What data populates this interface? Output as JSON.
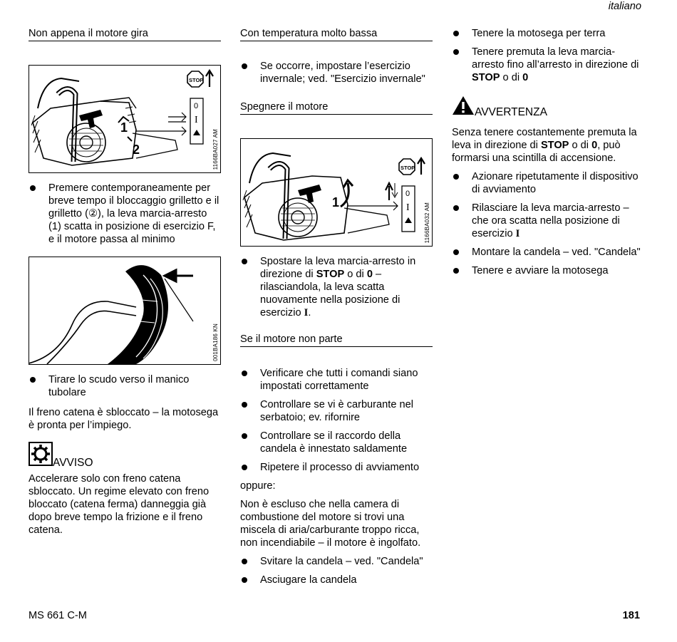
{
  "header": {
    "language": "italiano"
  },
  "col1": {
    "heading": "Non appena il motore gira",
    "fig1_code": "1166BA027 AM",
    "fig1_label1": "1",
    "fig1_label2": "2",
    "stop_symbol": "STOP",
    "bullet1": "Premere contemporaneamente per breve tempo il bloccaggio grilletto e il grilletto (②), la leva marcia-arresto (1) scatta in posizione di esercizio F, e il motore passa al minimo",
    "fig2_code": "001BA186 KN",
    "bullet2": "Tirare lo scudo verso il manico tubolare",
    "para1": "Il freno catena è sbloccato – la motosega è pronta per l’impiego.",
    "notice_title": "AVVISO",
    "notice_text": "Accelerare solo con freno catena sbloccato. Un regime elevato con freno bloccato (catena ferma) danneggia già dopo breve tempo la frizione e il freno catena."
  },
  "col2": {
    "heading1": "Con temperatura molto bassa",
    "bullet1": "Se occorre, impostare l’esercizio invernale; ved. \"Esercizio invernale\"",
    "heading2": "Spegnere il motore",
    "fig_code": "1166BA032 AM",
    "fig_label1": "1",
    "bullet2_a": "Spostare la leva marcia-arresto in direzione di ",
    "bullet2_stop": "STOP",
    "bullet2_b": " o di ",
    "bullet2_sym": "0",
    "bullet2_c": " – rilasciandola, la leva scatta nuovamente nella posizione di esercizio ",
    "bullet2_I": "I",
    "bullet2_end": ".",
    "heading3": "Se il motore non parte",
    "bullet3": "Verificare che tutti i comandi siano impostati correttamente",
    "bullet4": "Controllare se vi è carburante nel serbatoio; ev. rifornire",
    "bullet5": "Controllare se il raccordo della candela è innestato saldamente",
    "bullet6": "Ripetere il processo di avviamento",
    "oppure": "oppure:",
    "para1": "Non è escluso che nella camera di combustione del motore si trovi una miscela di aria/carburante troppo ricca, non incendiabile – il motore è ingolfato.",
    "bullet7": "Svitare la candela – ved. \"Candela\"",
    "bullet8": "Asciugare la candela"
  },
  "col3": {
    "bullet1": "Tenere la motosega per terra",
    "bullet2_a": "Tenere premuta la leva marcia-arresto fino all’arresto in direzione di ",
    "bullet2_stop": "STOP",
    "bullet2_b": " o di ",
    "bullet2_sym": "0",
    "warning_title": "AVVERTENZA",
    "warning_a": "Senza tenere costantemente premuta la leva in direzione di ",
    "warning_stop": "STOP",
    "warning_b": " o di ",
    "warning_sym": "0",
    "warning_c": ", può formarsi una scintilla di accensione.",
    "bullet3": "Azionare ripetutamente il dispositivo di avviamento",
    "bullet4_a": "Rilasciare la leva marcia-arresto – che ora scatta nella posizione di esercizio ",
    "bullet4_I": "I",
    "bullet5": "Montare la candela – ved. \"Candela\"",
    "bullet6": "Tenere e avviare la motosega"
  },
  "footer": {
    "model": "MS 661 C-M",
    "page": "181"
  }
}
